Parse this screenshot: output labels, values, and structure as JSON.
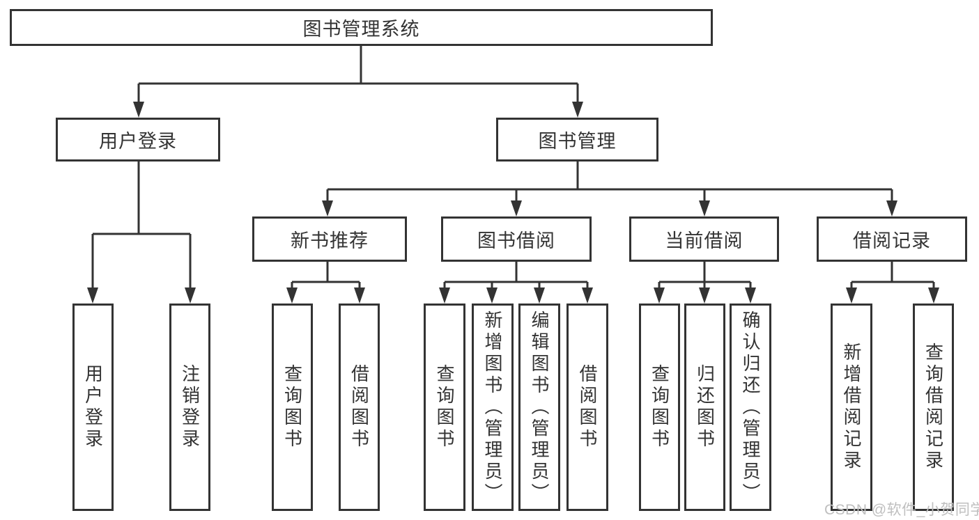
{
  "diagram": {
    "title": "图书管理系统",
    "nodes": {
      "root": "图书管理系统",
      "user_login": "用户登录",
      "book_management": "图书管理",
      "new_book_recommend": "新书推荐",
      "book_borrow": "图书借阅",
      "current_borrow": "当前借阅",
      "borrow_records": "借阅记录"
    },
    "leaves": {
      "user_login": [
        "用户登录",
        "注销登录"
      ],
      "new_book_recommend": [
        "查询图书",
        "借阅图书"
      ],
      "book_borrow": [
        "查询图书",
        "新增图书（管理员）",
        "编辑图书（管理员）",
        "借阅图书"
      ],
      "current_borrow": [
        "查询图书",
        "归还图书",
        "确认归还（管理员）"
      ],
      "borrow_records": [
        "新增借阅记录",
        "查询借阅记录"
      ]
    },
    "watermark": "CSDN @软件_小贺同学",
    "colors": {
      "line": "#333333",
      "text": "#333333",
      "box_background": "#ffffff",
      "watermark": "#bfbfbf"
    }
  }
}
